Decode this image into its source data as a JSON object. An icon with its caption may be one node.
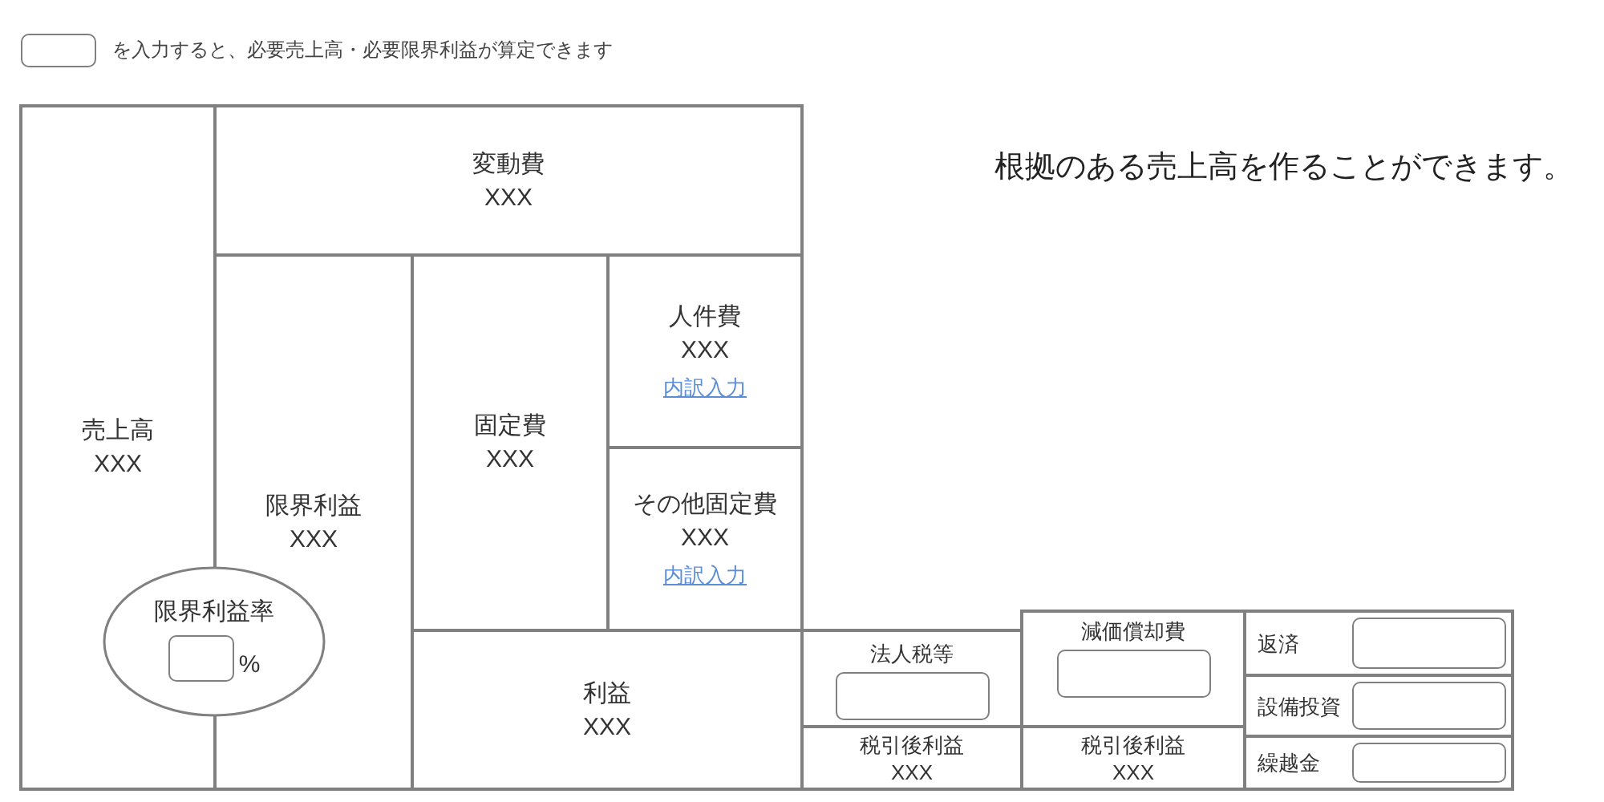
{
  "diagram": {
    "nodes": [
      {
        "text": [
          "売上高",
          "XXX"
        ]
      },
      {
        "text": [
          "変動費",
          "XXX"
        ]
      },
      {
        "text": [
          "限界利益",
          "XXX"
        ]
      },
      {
        "text": [
          "固定費",
          "XXX"
        ]
      },
      {
        "text": [
          "人件費",
          "XXX",
          "内訳入力"
        ]
      },
      {
        "text": [
          "その他固定費",
          "XXX",
          "内訳入力"
        ]
      },
      {
        "text": [
          "利益",
          "XXX"
        ]
      },
      {
        "text": [
          "限界利益率",
          "%"
        ]
      },
      {
        "text": [
          "法人税等"
        ]
      },
      {
        "text": [
          "税引後利益",
          "XXX"
        ]
      },
      {
        "text": [
          "減価償却費"
        ]
      },
      {
        "text": [
          "税引後利益",
          "XXX"
        ]
      },
      {
        "text": [
          "返済"
        ]
      },
      {
        "text": [
          "設備投資"
        ]
      },
      {
        "text": [
          "繰越金"
        ]
      }
    ],
    "labels": [
      "を入力すると、必要売上高・必要限界利益が算定できます",
      "根拠のある売上高を作ることができます。"
    ]
  }
}
